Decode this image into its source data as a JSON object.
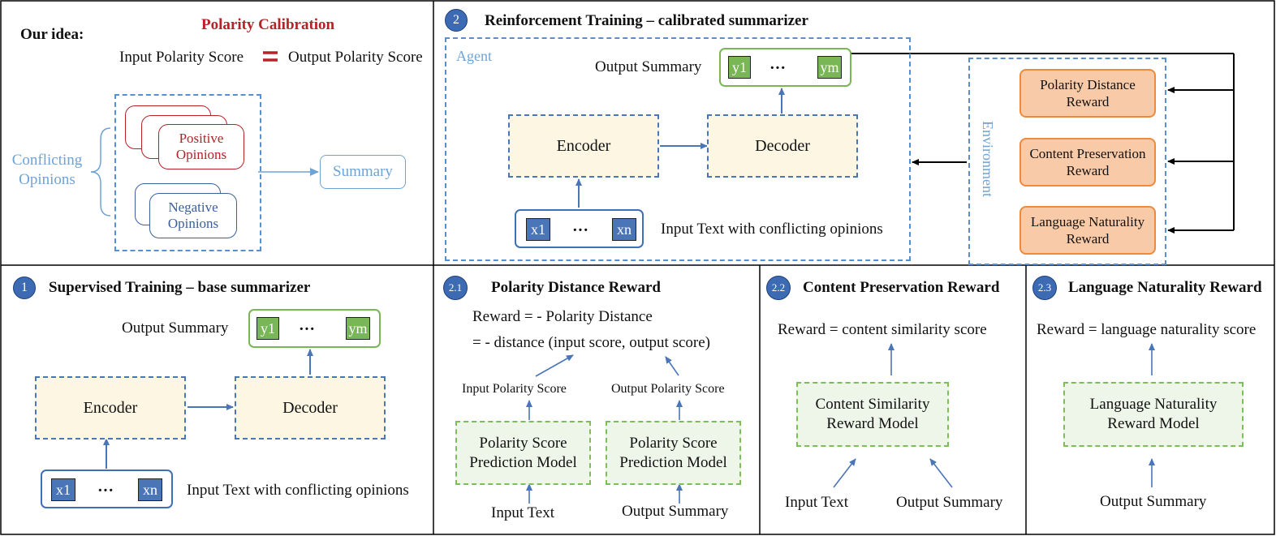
{
  "idea": {
    "label": "Our idea:",
    "calibration_title": "Polarity Calibration",
    "input_score": "Input Polarity Score",
    "output_score": "Output Polarity Score",
    "conflicting": "Conflicting Opinions",
    "positive": "Positive Opinions",
    "negative": "Negative Opinions",
    "summary": "Summary"
  },
  "rl": {
    "num": "2",
    "title": "Reinforcement Training – calibrated summarizer",
    "agent": "Agent",
    "output_summary": "Output Summary",
    "encoder": "Encoder",
    "decoder": "Decoder",
    "input_text": "Input Text with conflicting opinions",
    "environment": "Environment",
    "rewards": [
      "Polarity Distance Reward",
      "Content Preservation Reward",
      "Language Naturality Reward"
    ]
  },
  "tokens": {
    "y1": "y1",
    "ym": "ym",
    "x1": "x1",
    "xn": "xn",
    "dots": "···"
  },
  "sup": {
    "num": "1",
    "title": "Supervised Training – base summarizer",
    "output_summary": "Output Summary",
    "encoder": "Encoder",
    "decoder": "Decoder",
    "input_text": "Input Text with conflicting opinions"
  },
  "pdr": {
    "num": "2.1",
    "title": "Polarity Distance Reward",
    "eq1": "Reward =  - Polarity Distance",
    "eq2": "=  - distance (input score, output score)",
    "input_score": "Input Polarity Score",
    "output_score": "Output Polarity Score",
    "model": "Polarity Score Prediction Model",
    "input_text": "Input Text",
    "output_summary": "Output Summary"
  },
  "cpr": {
    "num": "2.2",
    "title": "Content Preservation Reward",
    "eq": "Reward = content similarity score",
    "model": "Content Similarity Reward Model",
    "input_text": "Input Text",
    "output_summary": "Output Summary"
  },
  "lnr": {
    "num": "2.3",
    "title": "Language Naturality Reward",
    "eq": "Reward = language naturality score",
    "model": "Language Naturality Reward Model",
    "output_summary": "Output Summary"
  },
  "colors": {
    "title_red": "#b52228",
    "blue": "#4a76b8",
    "light_blue": "#6ea3d6",
    "green": "#79b655",
    "orange": "#ee8a3c"
  }
}
